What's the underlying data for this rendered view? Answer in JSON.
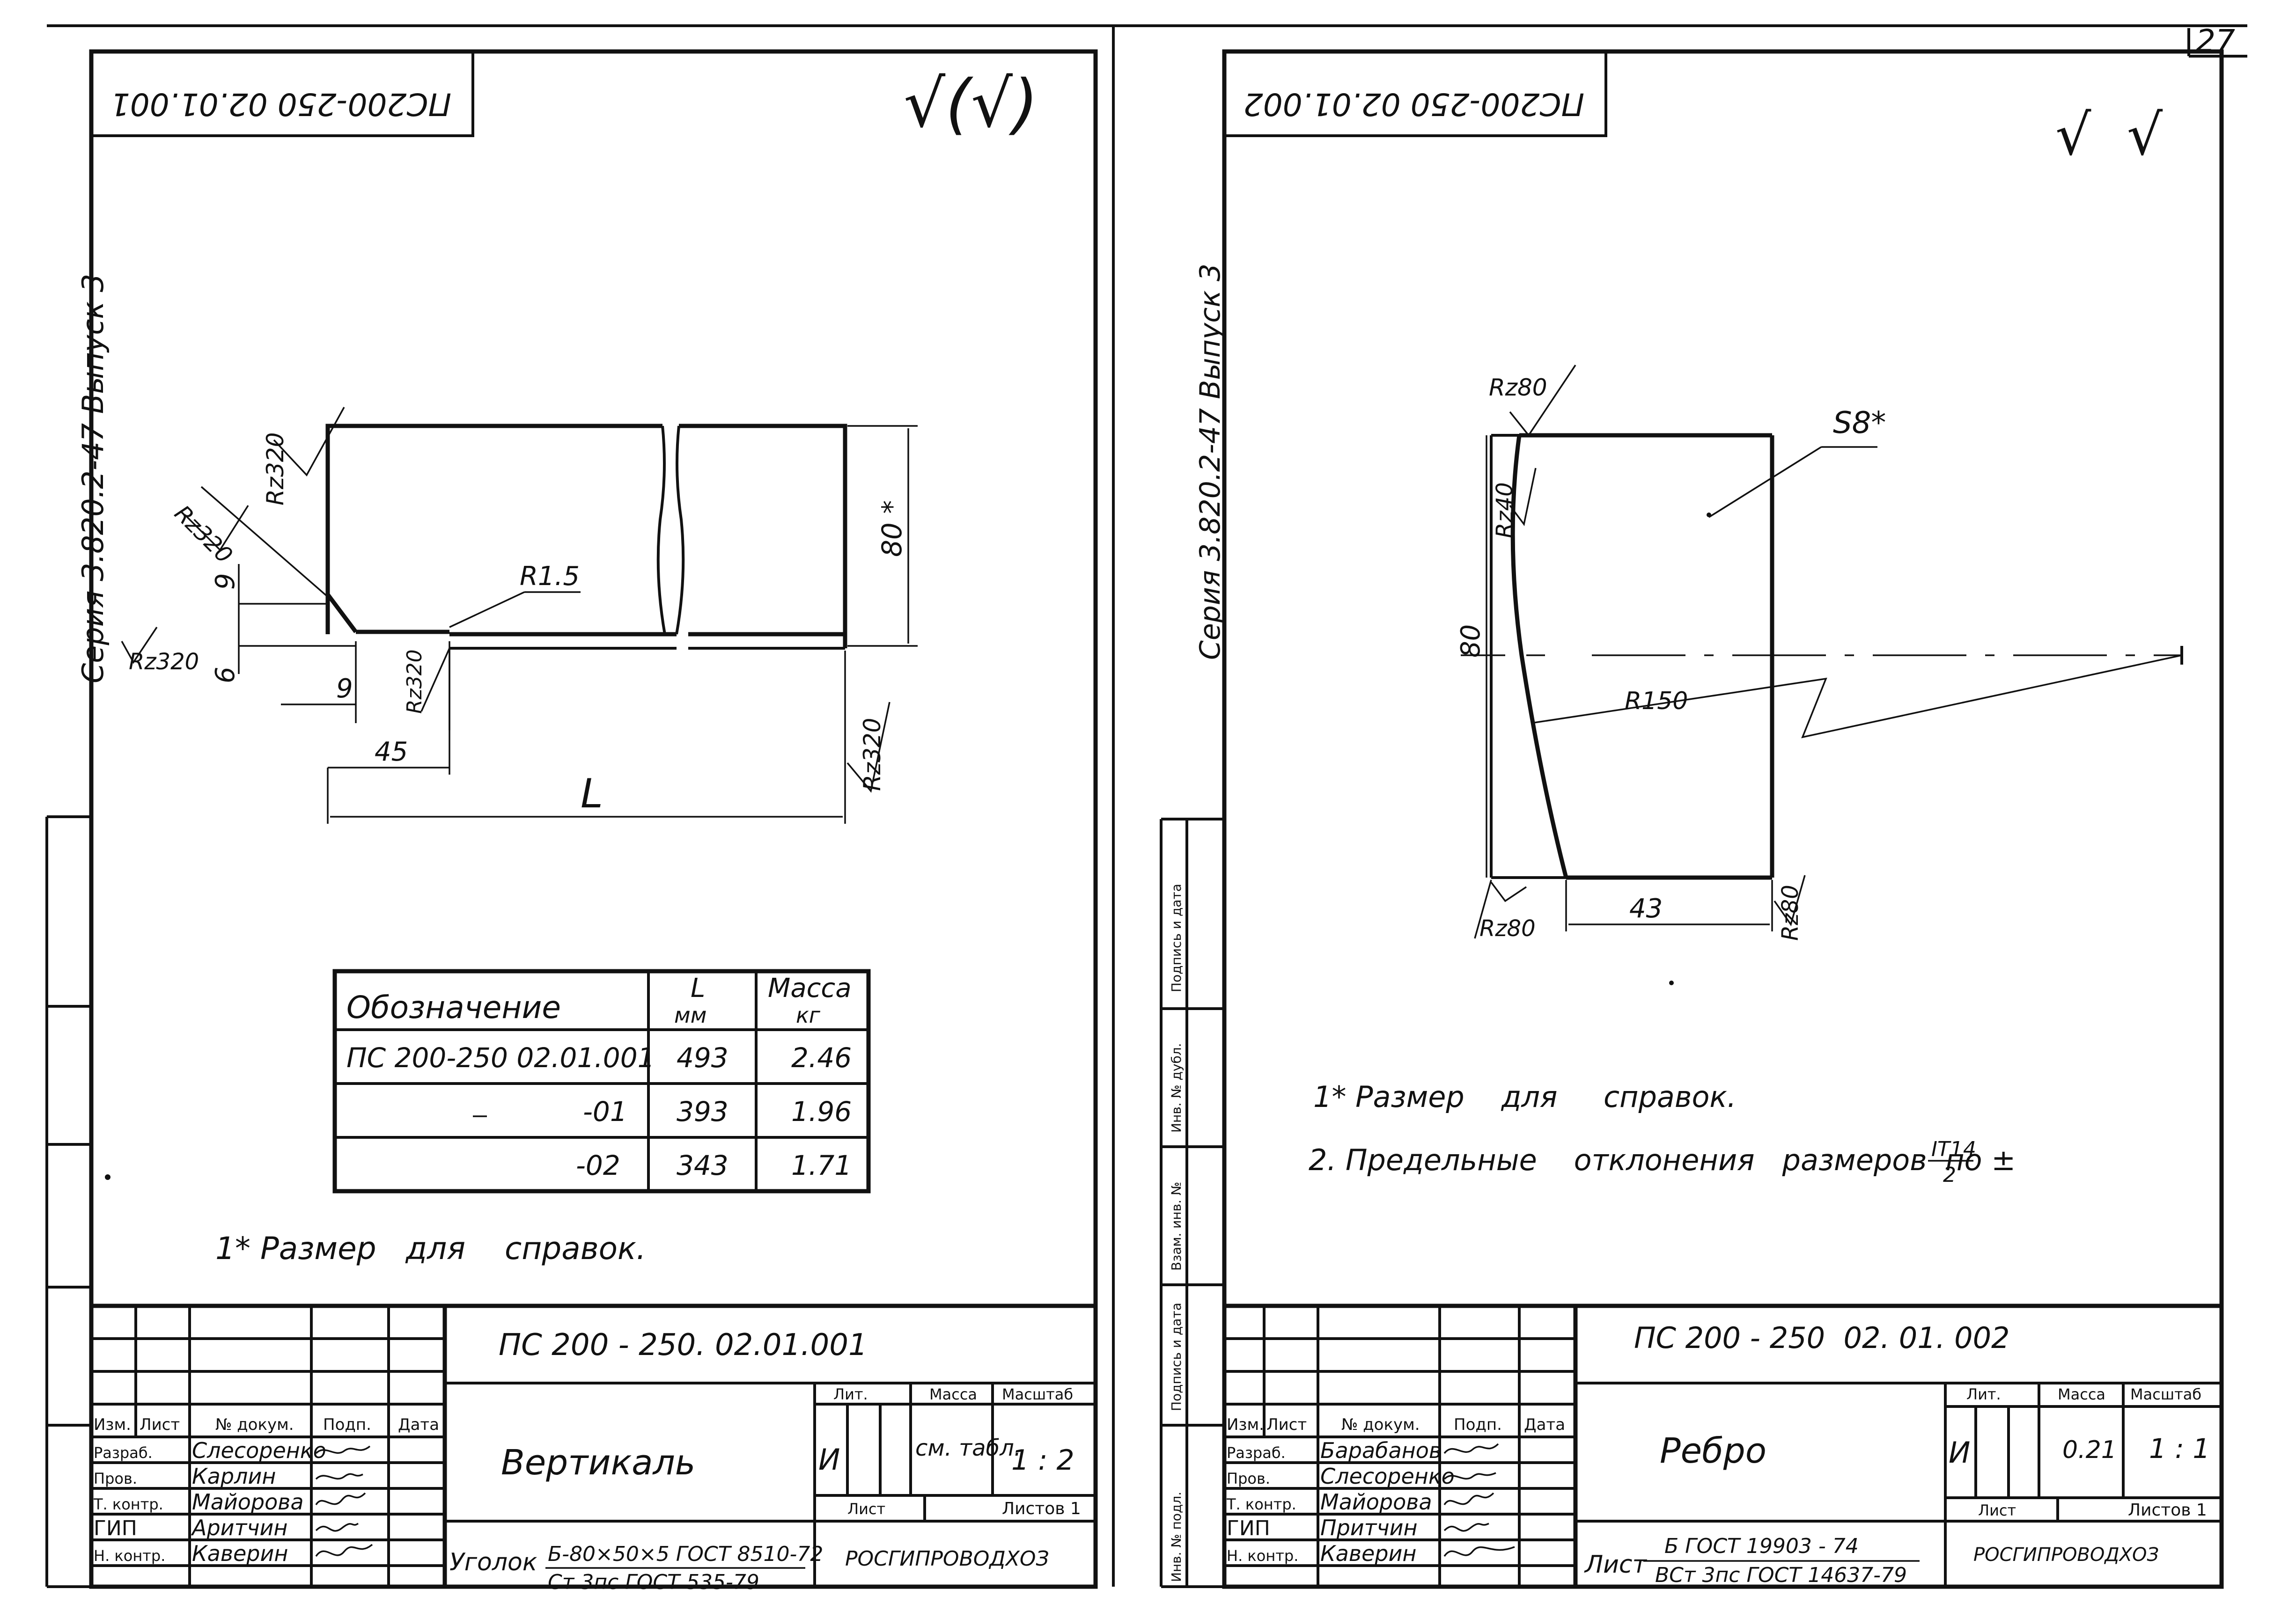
{
  "sheet": {
    "page_number": "27"
  },
  "left": {
    "inverted_code": "ПС200-250 02.01.001",
    "finish_mark": "√(√)",
    "series": "Серия 3.820.2-47  Выпуск 3",
    "drawing": {
      "roughness_1": "Rz320",
      "roughness_2": "Rz320",
      "roughness_3": "Rz320",
      "roughness_4": "Rz320",
      "roughness_5": "Rz320",
      "radius": "R1.5",
      "dim_9_vertical": "9",
      "dim_6": "6",
      "dim_9_horizontal": "9",
      "dim_45": "45",
      "dim_80": "80 *",
      "dim_L": "L"
    },
    "table": {
      "headers": {
        "designation": "Обозначение",
        "length": "L",
        "length_unit": "мм",
        "mass": "Масса",
        "mass_unit": "кг"
      },
      "rows": [
        {
          "designation": "ПС 200-250 02.01.001",
          "length": "493",
          "mass": "2.46"
        },
        {
          "designation": "-01",
          "length": "393",
          "mass": "1.96"
        },
        {
          "designation": "-02",
          "length": "343",
          "mass": "1.71"
        }
      ]
    },
    "notes": [
      "1* Размер   для    справок."
    ],
    "title_block": {
      "doc_code": "ПС 200 - 250. 02.01.001",
      "name": "Вертикаль",
      "lit": "И",
      "mass": "см. табл.",
      "scale": "1 : 2",
      "org": "РОСГИПРОВОДХОЗ",
      "material_prefix": "Уголок",
      "material_1": "Б-80×50×5 ГОСТ 8510-72",
      "material_2": "Ст 3пс ГОСТ 535-79",
      "headers": {
        "izm": "Изм.",
        "list": "Лист",
        "doc_no": "№ докум.",
        "sign": "Подп.",
        "date": "Дата",
        "lit": "Лит.",
        "mass": "Масса",
        "scale": "Масштаб",
        "sheet": "Лист",
        "sheets": "Листов 1"
      },
      "roles": [
        {
          "role": "Разраб.",
          "name": "Слесоренко"
        },
        {
          "role": "Пров.",
          "name": "Карлин"
        },
        {
          "role": "Т. контр.",
          "name": "Майорова"
        },
        {
          "role": "ГИП",
          "name": "Аритчин"
        },
        {
          "role": "Н. контр.",
          "name": "Каверин"
        }
      ]
    }
  },
  "right": {
    "inverted_code": "ПС200-250 02.01.002",
    "finish_mark": "√  √",
    "series": "Серия 3.820.2-47  Выпуск 3",
    "drawing": {
      "roughness_top": "Rz80",
      "roughness_arc": "Rz40",
      "roughness_bottom_left": "Rz80",
      "roughness_right": "Rz80",
      "thickness": "S8*",
      "dim_80": "80",
      "radius": "R150",
      "dim_43": "43"
    },
    "notes": [
      "1* Размер    для     справок.",
      "2. Предельные    отклонения   размеров  по ±"
    ],
    "tolerance": {
      "numerator": "IT14",
      "denominator": "2"
    },
    "side_stamp": [
      "Подпись и дата",
      "Инв. № дубл.",
      "Взам. инв. №",
      "Подпись и дата",
      "Инв. № подл."
    ],
    "title_block": {
      "doc_code": "ПС 200 - 250  02. 01. 002",
      "name": "Ребро",
      "lit": "И",
      "mass": "0.21",
      "scale": "1 : 1",
      "org": "РОСГИПРОВОДХОЗ",
      "material_prefix": "Лист",
      "material_1": "Б ГОСТ 19903 - 74",
      "material_2": "ВСт 3пс ГОСТ 14637-79",
      "headers": {
        "izm": "Изм.",
        "list": "Лист",
        "doc_no": "№ докум.",
        "sign": "Подп.",
        "date": "Дата",
        "lit": "Лит.",
        "mass": "Масса",
        "scale": "Масштаб",
        "sheet": "Лист",
        "sheets": "Листов 1"
      },
      "roles": [
        {
          "role": "Разраб.",
          "name": "Барабанов"
        },
        {
          "role": "Пров.",
          "name": "Слесоренко"
        },
        {
          "role": "Т. контр.",
          "name": "Майорова"
        },
        {
          "role": "ГИП",
          "name": "Притчин"
        },
        {
          "role": "Н. контр.",
          "name": "Каверин"
        }
      ]
    }
  }
}
